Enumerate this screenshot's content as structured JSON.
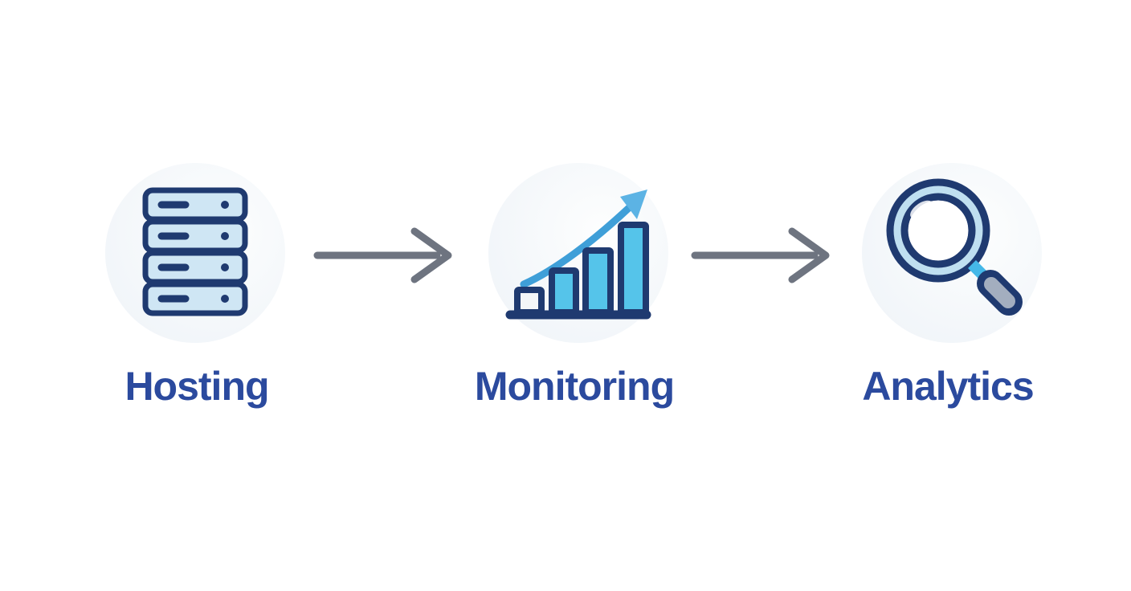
{
  "page": {
    "background": "#ffffff",
    "description_labels": [
      "Hosting",
      "Monitoring",
      "Analytics"
    ]
  },
  "colors": {
    "navy": "#1f3a70",
    "label-blue": "#2b4a9e",
    "circle-bg": "#f1f5f9",
    "server-fill": "#cfe6f4",
    "bar-fill": "#55c4ea",
    "bar-first-fill": "#f4f6f8",
    "curve-blue": "#3f9fd8",
    "arrowhead-blue": "#5cb3e4",
    "ring-band": "#bfdff0",
    "lens-fill": "#ffffff",
    "handle-gray": "#a3aebf",
    "connector-cyan": "#45b8e8",
    "arrow-gray": "#6e7480"
  },
  "steps": [
    {
      "label": "Hosting",
      "icon": "server-icon"
    },
    {
      "label": "Monitoring",
      "icon": "growth-chart-icon"
    },
    {
      "label": "Analytics",
      "icon": "magnifier-icon"
    }
  ],
  "connectors": [
    {
      "type": "right-arrow"
    },
    {
      "type": "right-arrow"
    }
  ]
}
